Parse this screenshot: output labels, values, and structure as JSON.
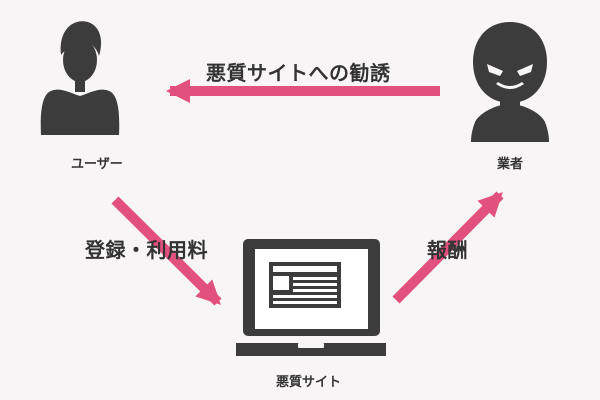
{
  "nodes": {
    "user": {
      "label": "ユーザー",
      "icon": "user-icon"
    },
    "vendor": {
      "label": "業者",
      "icon": "masked-person-icon"
    },
    "site": {
      "label": "悪質サイト",
      "icon": "laptop-icon"
    }
  },
  "edges": {
    "solicitation": {
      "label": "悪質サイトへの勧誘"
    },
    "registration": {
      "label": "登録・利用料"
    },
    "reward": {
      "label": "報酬"
    }
  },
  "colors": {
    "arrow": "#e2507d",
    "icon": "#3c3c3c",
    "text": "#333333",
    "background": "#f7f5f5"
  }
}
